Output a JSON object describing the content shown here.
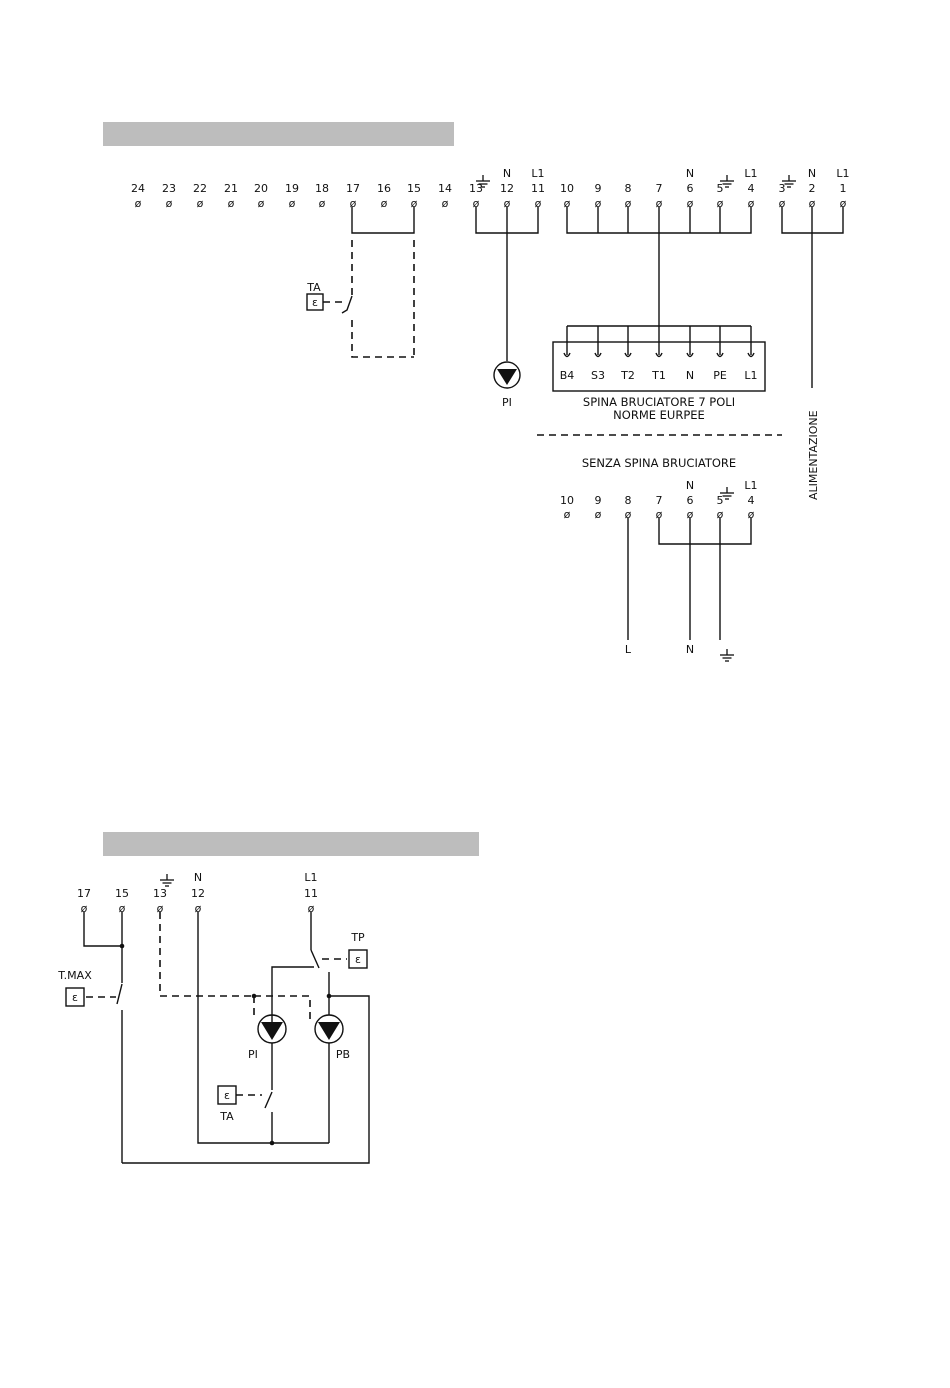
{
  "diagram1": {
    "terminal_labels": [
      "24",
      "23",
      "22",
      "21",
      "20",
      "19",
      "18",
      "17",
      "16",
      "15",
      "14",
      "13",
      "12",
      "11",
      "10",
      "9",
      "8",
      "7",
      "6",
      "5",
      "4",
      "3",
      "2",
      "1"
    ],
    "terminal_symbol": "ø",
    "supply_labels": {
      "n": "N",
      "l1": "L1"
    },
    "ta_label": "TA",
    "thermostat_symbol": "ε",
    "pi_label": "PI",
    "plug_pins": [
      "B4",
      "S3",
      "T2",
      "T1",
      "N",
      "PE",
      "L1"
    ],
    "plug_caption_1": "SPINA BRUCIATORE 7 POLI",
    "plug_caption_2": "NORME EURPEE",
    "alimentazione": "ALIMENTAZIONE",
    "senza_caption": "SENZA SPINA BRUCIATORE",
    "senza_terminals": [
      "10",
      "9",
      "8",
      "7",
      "6",
      "5",
      "4"
    ],
    "out_labels": {
      "l": "L",
      "n": "N"
    }
  },
  "diagram2": {
    "terminals": [
      "17",
      "15",
      "13",
      "12",
      "11"
    ],
    "top_labels": {
      "n": "N",
      "l1": "L1"
    },
    "tmax_label": "T.MAX",
    "tp_label": "TP",
    "ta_label": "TA",
    "pi_label": "PI",
    "pb_label": "PB"
  }
}
